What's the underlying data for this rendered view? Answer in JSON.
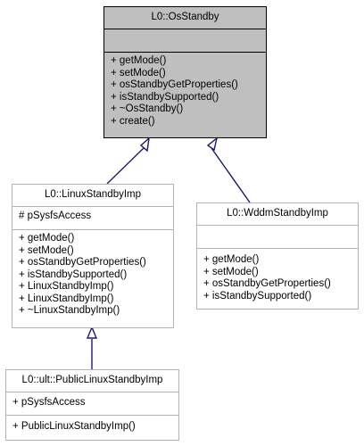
{
  "classes": {
    "os_standby": {
      "name": "L0::OsStandby",
      "attributes": [],
      "methods": [
        "+ getMode()",
        "+ setMode()",
        "+ osStandbyGetProperties()",
        "+ isStandbySupported()",
        "+ ~OsStandby()",
        "+ create()"
      ]
    },
    "linux_standby_imp": {
      "name": "L0::LinuxStandbyImp",
      "attributes": [
        "# pSysfsAccess"
      ],
      "methods": [
        "+ getMode()",
        "+ setMode()",
        "+ osStandbyGetProperties()",
        "+ isStandbySupported()",
        "+ LinuxStandbyImp()",
        "+ LinuxStandbyImp()",
        "+ ~LinuxStandbyImp()"
      ]
    },
    "wddm_standby_imp": {
      "name": "L0::WddmStandbyImp",
      "attributes": [],
      "methods": [
        "+ getMode()",
        "+ setMode()",
        "+ osStandbyGetProperties()",
        "+ isStandbySupported()"
      ]
    },
    "public_linux_standby_imp": {
      "name": "L0::ult::PublicLinuxStandbyImp",
      "attributes": [
        "+ pSysfsAccess"
      ],
      "methods": [
        "+ PublicLinuxStandbyImp()"
      ]
    }
  },
  "colors": {
    "highlight_fill": "#bfbfbf",
    "border_dark": "#000000",
    "border_light": "#b3b3b3",
    "edge": "#191970"
  }
}
